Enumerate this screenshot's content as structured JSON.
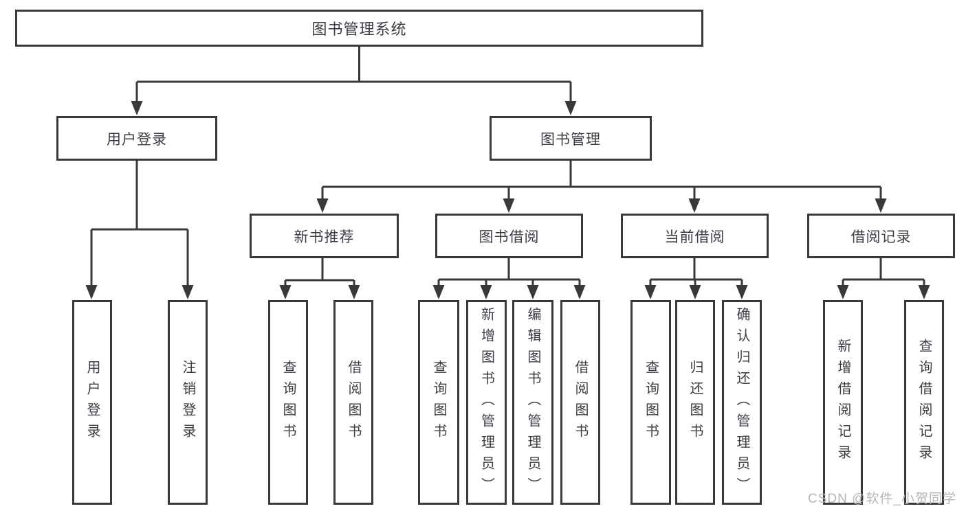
{
  "diagram": {
    "root": {
      "label": "图书管理系统"
    },
    "branches": [
      {
        "label": "用户登录",
        "children": [
          {
            "label": "用户登录"
          },
          {
            "label": "注销登录"
          }
        ]
      },
      {
        "label": "图书管理",
        "children": [
          {
            "label": "新书推荐",
            "children": [
              {
                "label": "查询图书"
              },
              {
                "label": "借阅图书"
              }
            ]
          },
          {
            "label": "图书借阅",
            "children": [
              {
                "label": "查询图书"
              },
              {
                "label": "新增图书（管理员）"
              },
              {
                "label": "编辑图书（管理员）"
              },
              {
                "label": "借阅图书"
              }
            ]
          },
          {
            "label": "当前借阅",
            "children": [
              {
                "label": "查询图书"
              },
              {
                "label": "归还图书"
              },
              {
                "label": "确认归还（管理员）"
              }
            ]
          },
          {
            "label": "借阅记录",
            "children": [
              {
                "label": "新增借阅记录"
              },
              {
                "label": "查询借阅记录"
              }
            ]
          }
        ]
      }
    ]
  },
  "watermark": {
    "text": "CSDN @软件_小贺同学"
  },
  "colors": {
    "line": "#39393b",
    "text": "#3b3e44",
    "watermark": "#b5b5b5",
    "background": "#ffffff"
  }
}
